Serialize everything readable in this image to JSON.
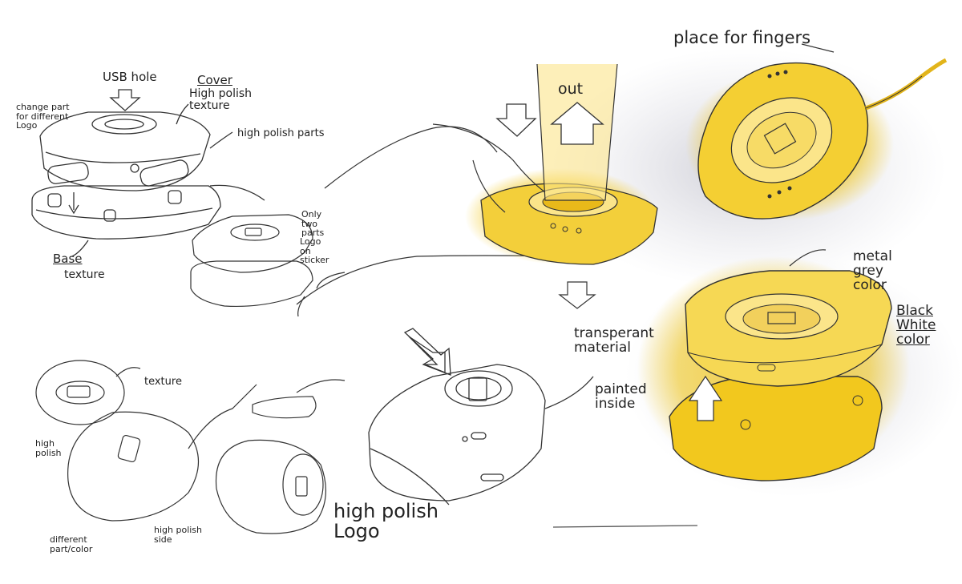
{
  "colors": {
    "ink": "#2a2a2a",
    "pencil": "#555555",
    "yellow_marker": "#f2c81e",
    "yellow_light": "#fbe58a",
    "grey_shadow": "#b9b9c4"
  },
  "annotations": {
    "usb_hole": "USB hole",
    "cover": "Cover",
    "cover_desc": "High polish\ntexture",
    "change_part": "change part\nfor different\nLogo",
    "high_polish_parts": "high polish parts",
    "base": "Base",
    "base_desc": "texture",
    "only_two_parts": "Only\ntwo\nparts",
    "logo_on_sticker": "Logo\non\nsticker",
    "out": "out",
    "place_for_fingers": "place for fingers",
    "metal_grey_color": "metal\ngrey\ncolor",
    "black_white_color": "Black\nWhite\ncolor",
    "transperant_material": "transperant\nmaterial",
    "painted_inside": "painted\ninside",
    "texture_mouse": "texture",
    "high_polish_mouse": "high\npolish",
    "different_part_color": "different\npart/color",
    "high_polish_side": "high polish\nside",
    "high_polish_logo": "high polish\nLogo"
  }
}
